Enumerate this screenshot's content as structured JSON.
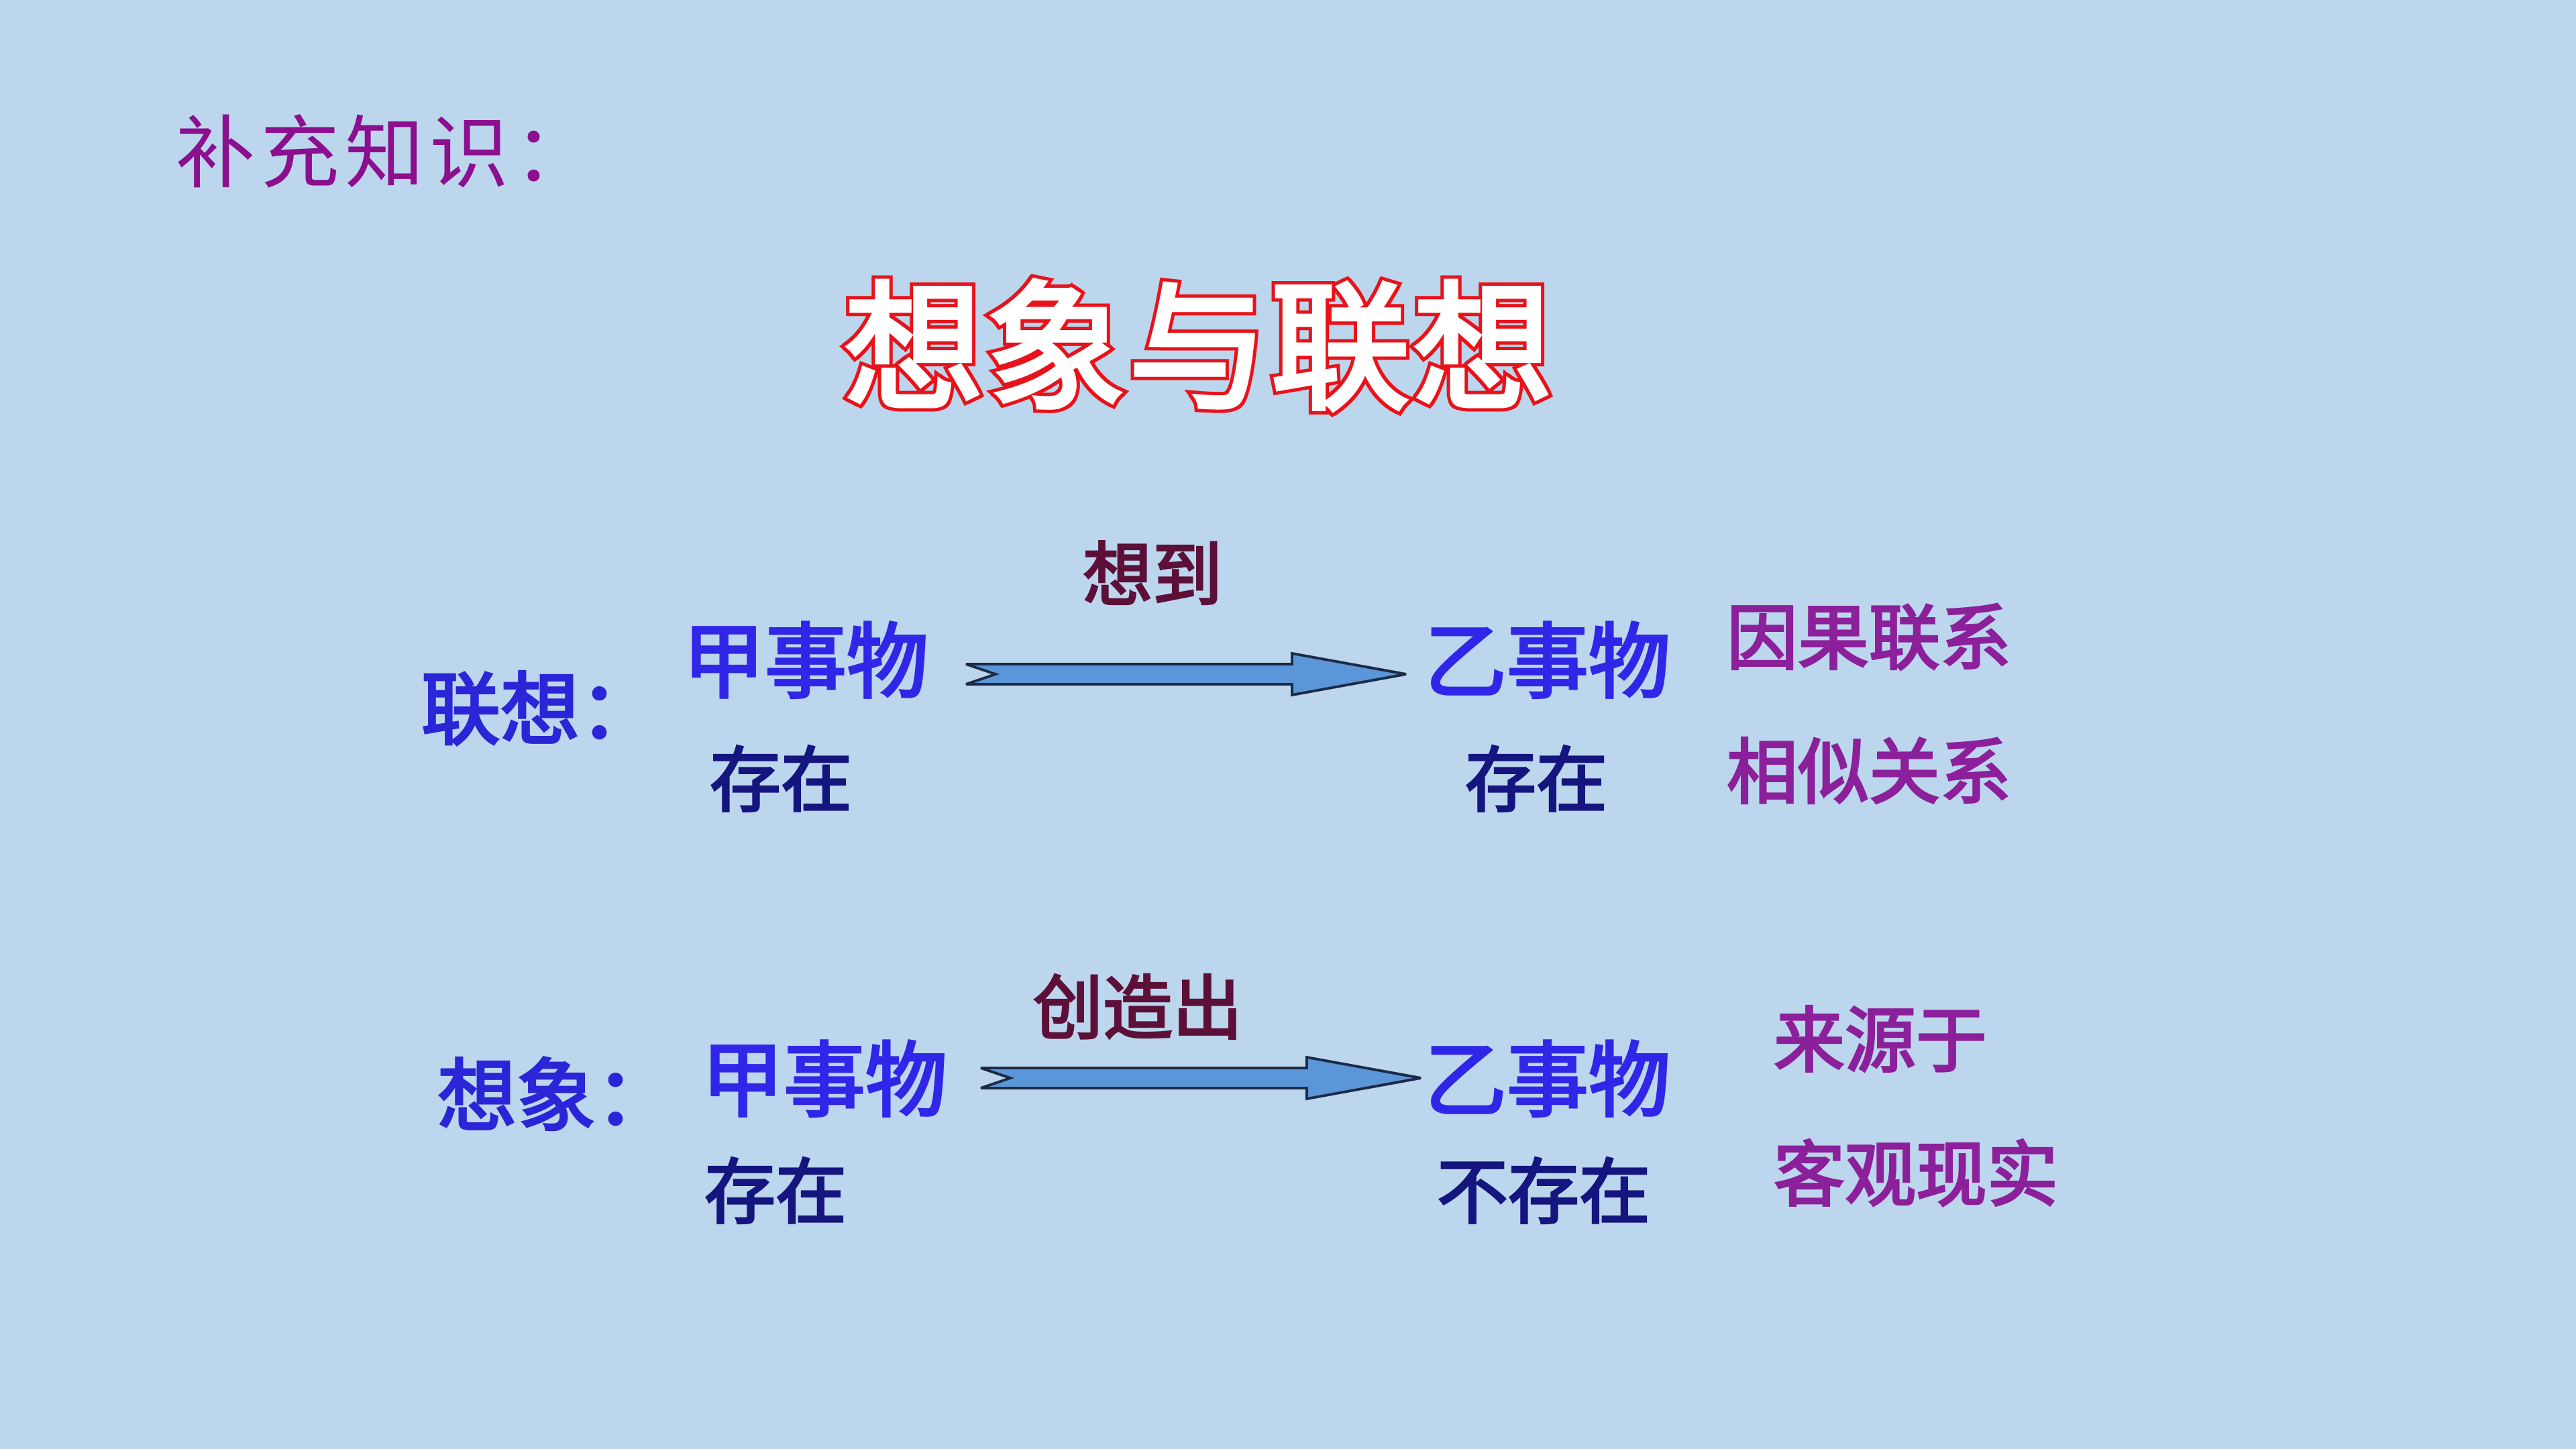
{
  "slide": {
    "supplement": "补充知识：",
    "title": "想象与联想"
  },
  "association": {
    "label": "联想：",
    "from_thing": "甲事物",
    "from_state": "存在",
    "verb": "想到",
    "to_thing": "乙事物",
    "to_state": "存在",
    "relations": [
      "因果联系",
      "相似关系"
    ]
  },
  "imagination": {
    "label": "想象：",
    "from_thing": "甲事物",
    "from_state": "存在",
    "verb": "创造出",
    "to_thing": "乙事物",
    "to_state": "不存在",
    "relations": [
      "来源于",
      "客观现实"
    ]
  },
  "colors": {
    "background": "#bcd6ed",
    "title_outline": "#e8131a",
    "arrow_fill": "#5b96d8"
  }
}
